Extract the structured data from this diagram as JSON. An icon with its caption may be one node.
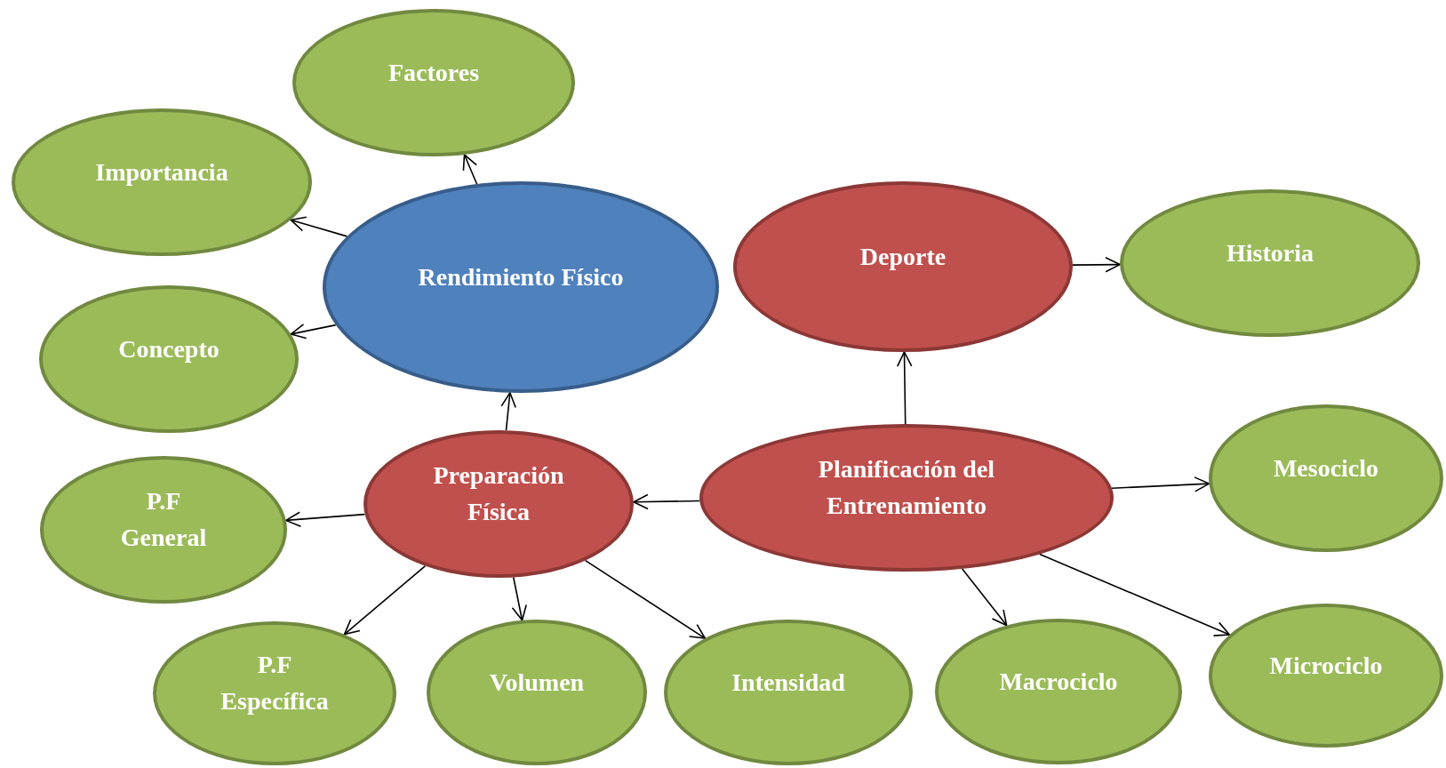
{
  "diagram": {
    "nodes": [
      {
        "text": [
          "Rendimiento Físico"
        ]
      },
      {
        "text": [
          "Factores"
        ]
      },
      {
        "text": [
          "Importancia"
        ]
      },
      {
        "text": [
          "Concepto"
        ]
      },
      {
        "text": [
          "Deporte"
        ]
      },
      {
        "text": [
          "Historia"
        ]
      },
      {
        "text": [
          "Preparación Física"
        ]
      },
      {
        "text": [
          "Planificación del Entrenamiento"
        ]
      },
      {
        "text": [
          "Mesociclo"
        ]
      },
      {
        "text": [
          "P.F General"
        ]
      },
      {
        "text": [
          "P.F Específica"
        ]
      },
      {
        "text": [
          "Volumen"
        ]
      },
      {
        "text": [
          "Intensidad"
        ]
      },
      {
        "text": [
          "Macrociclo"
        ]
      },
      {
        "text": [
          "Microciclo"
        ]
      }
    ],
    "edges": [
      {
        "from": 0,
        "to": 1,
        "arrow": "to"
      },
      {
        "from": 0,
        "to": 2,
        "arrow": "to"
      },
      {
        "from": 0,
        "to": 3,
        "arrow": "to"
      },
      {
        "from": 6,
        "to": 0,
        "arrow": "to"
      },
      {
        "from": 7,
        "to": 4,
        "arrow": "to"
      },
      {
        "from": 4,
        "to": 5,
        "arrow": "to"
      },
      {
        "from": 7,
        "to": 6,
        "arrow": "to"
      },
      {
        "from": 7,
        "to": 8,
        "arrow": "to"
      },
      {
        "from": 7,
        "to": 13,
        "arrow": "to"
      },
      {
        "from": 7,
        "to": 14,
        "arrow": "to"
      },
      {
        "from": 6,
        "to": 9,
        "arrow": "to"
      },
      {
        "from": 6,
        "to": 10,
        "arrow": "to"
      },
      {
        "from": 6,
        "to": 11,
        "arrow": "to"
      },
      {
        "from": 6,
        "to": 12,
        "arrow": "to"
      }
    ]
  }
}
